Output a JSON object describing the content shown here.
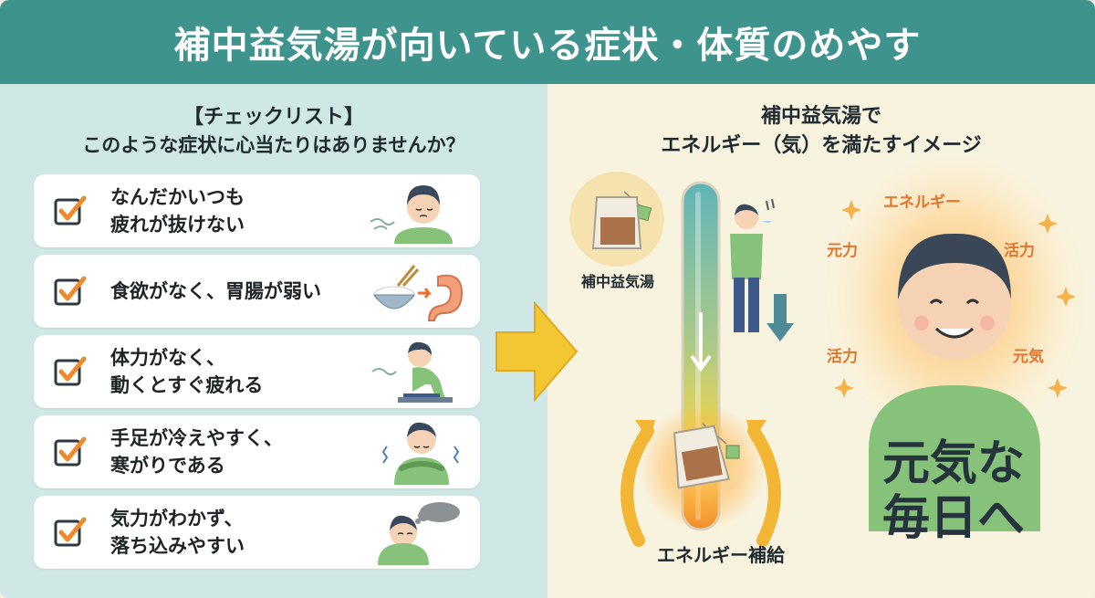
{
  "header": {
    "title": "補中益気湯が向いている症状・体質のめやす"
  },
  "left": {
    "heading_line1": "【チェックリスト】",
    "heading_line2": "このような症状に心当たりはありませんか？",
    "items": [
      {
        "line1": "なんだかいつも",
        "line2": "疲れが抜けない",
        "illustration": "tired-person-icon"
      },
      {
        "line1": "食欲がなく、胃腸が弱い",
        "line2": "",
        "illustration": "rice-bowl-stomach-icon"
      },
      {
        "line1": "体力がなく、",
        "line2": "動くとすぐ疲れる",
        "illustration": "exhausted-sitting-person-icon"
      },
      {
        "line1": "手足が冷えやすく、",
        "line2": "寒がりである",
        "illustration": "shivering-person-icon"
      },
      {
        "line1": "気力がわかず、",
        "line2": "落ち込みやすい",
        "illustration": "depressed-person-icon"
      }
    ]
  },
  "right": {
    "heading_line1": "補中益気湯で",
    "heading_line2": "エネルギー（気）を満たすイメージ",
    "teabag_label": "補中益気湯",
    "supply_label": "エネルギー補給",
    "energy_words": {
      "top": "エネルギー",
      "upper_left": "元力",
      "upper_right": "活力",
      "lower_left": "活力",
      "lower_right": "元気"
    },
    "genki_line1": "元気な",
    "genki_line2": "毎日へ"
  },
  "colors": {
    "header_bg": "#3e948d",
    "left_bg": "#cfe8e5",
    "right_bg": "#f8f3df",
    "check_orange": "#ef8a2e",
    "arrow_yellow": "#f3c634",
    "shirt_green": "#86c27a",
    "energy_orange": "#e0762e"
  }
}
